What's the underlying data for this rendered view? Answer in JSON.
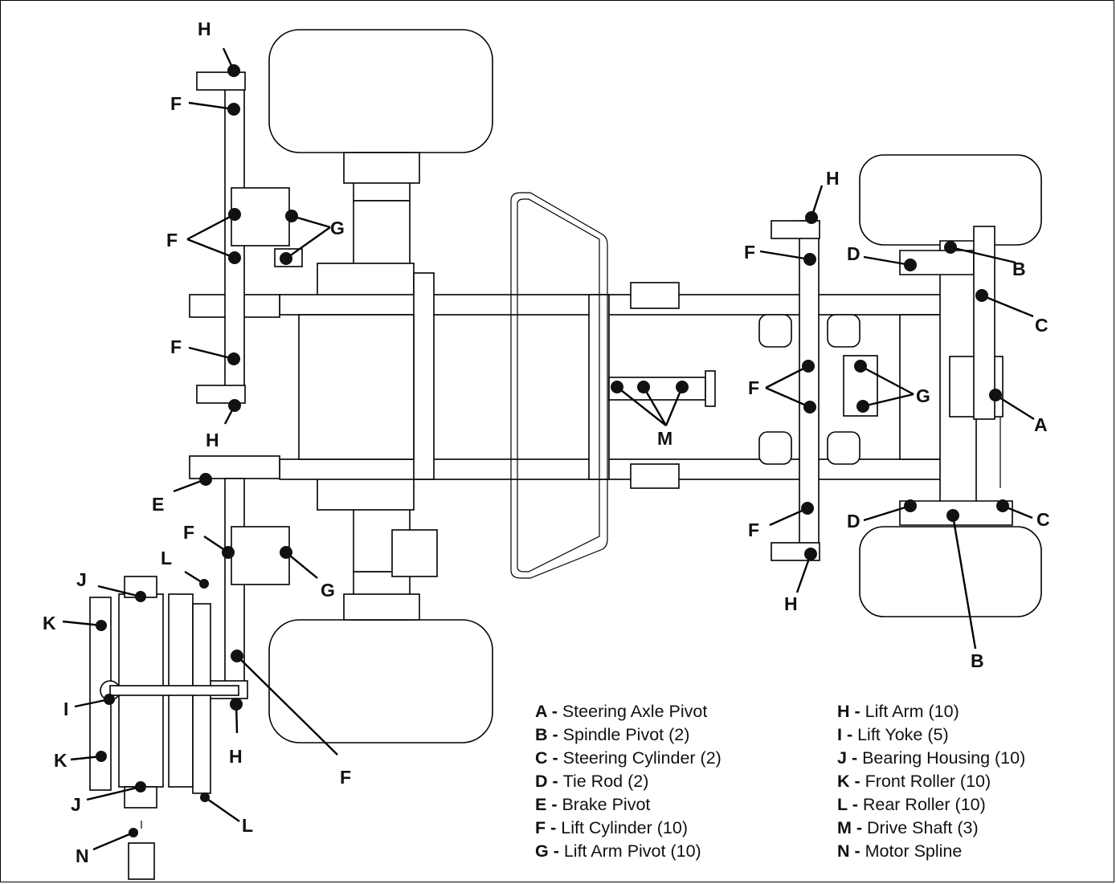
{
  "callouts": [
    {
      "letter": "H"
    },
    {
      "letter": "F"
    },
    {
      "letter": "F"
    },
    {
      "letter": "G"
    },
    {
      "letter": "F"
    },
    {
      "letter": "H"
    },
    {
      "letter": "E"
    },
    {
      "letter": "F"
    },
    {
      "letter": "L"
    },
    {
      "letter": "J"
    },
    {
      "letter": "G"
    },
    {
      "letter": "K"
    },
    {
      "letter": "I"
    },
    {
      "letter": "H"
    },
    {
      "letter": "K"
    },
    {
      "letter": "J"
    },
    {
      "letter": "F"
    },
    {
      "letter": "L"
    },
    {
      "letter": "N"
    },
    {
      "letter": "M"
    },
    {
      "letter": "H"
    },
    {
      "letter": "F"
    },
    {
      "letter": "D"
    },
    {
      "letter": "B"
    },
    {
      "letter": "C"
    },
    {
      "letter": "F"
    },
    {
      "letter": "G"
    },
    {
      "letter": "A"
    },
    {
      "letter": "D"
    },
    {
      "letter": "C"
    },
    {
      "letter": "F"
    },
    {
      "letter": "H"
    },
    {
      "letter": "B"
    }
  ],
  "legend": {
    "left": [
      {
        "letter": "A",
        "text": "Steering Axle Pivot"
      },
      {
        "letter": "B",
        "text": "Spindle Pivot (2)"
      },
      {
        "letter": "C",
        "text": "Steering Cylinder (2)"
      },
      {
        "letter": "D",
        "text": "Tie Rod (2)"
      },
      {
        "letter": "E",
        "text": "Brake Pivot"
      },
      {
        "letter": "F",
        "text": "Lift Cylinder (10)"
      },
      {
        "letter": "G",
        "text": "Lift Arm Pivot (10)"
      }
    ],
    "right": [
      {
        "letter": "H",
        "text": "Lift Arm (10)"
      },
      {
        "letter": "I",
        "text": "Lift Yoke (5)"
      },
      {
        "letter": "J",
        "text": "Bearing Housing (10)"
      },
      {
        "letter": "K",
        "text": "Front Roller (10)"
      },
      {
        "letter": "L",
        "text": "Rear Roller (10)"
      },
      {
        "letter": "M",
        "text": "Drive Shaft (3)"
      },
      {
        "letter": "N",
        "text": "Motor Spline"
      }
    ]
  }
}
